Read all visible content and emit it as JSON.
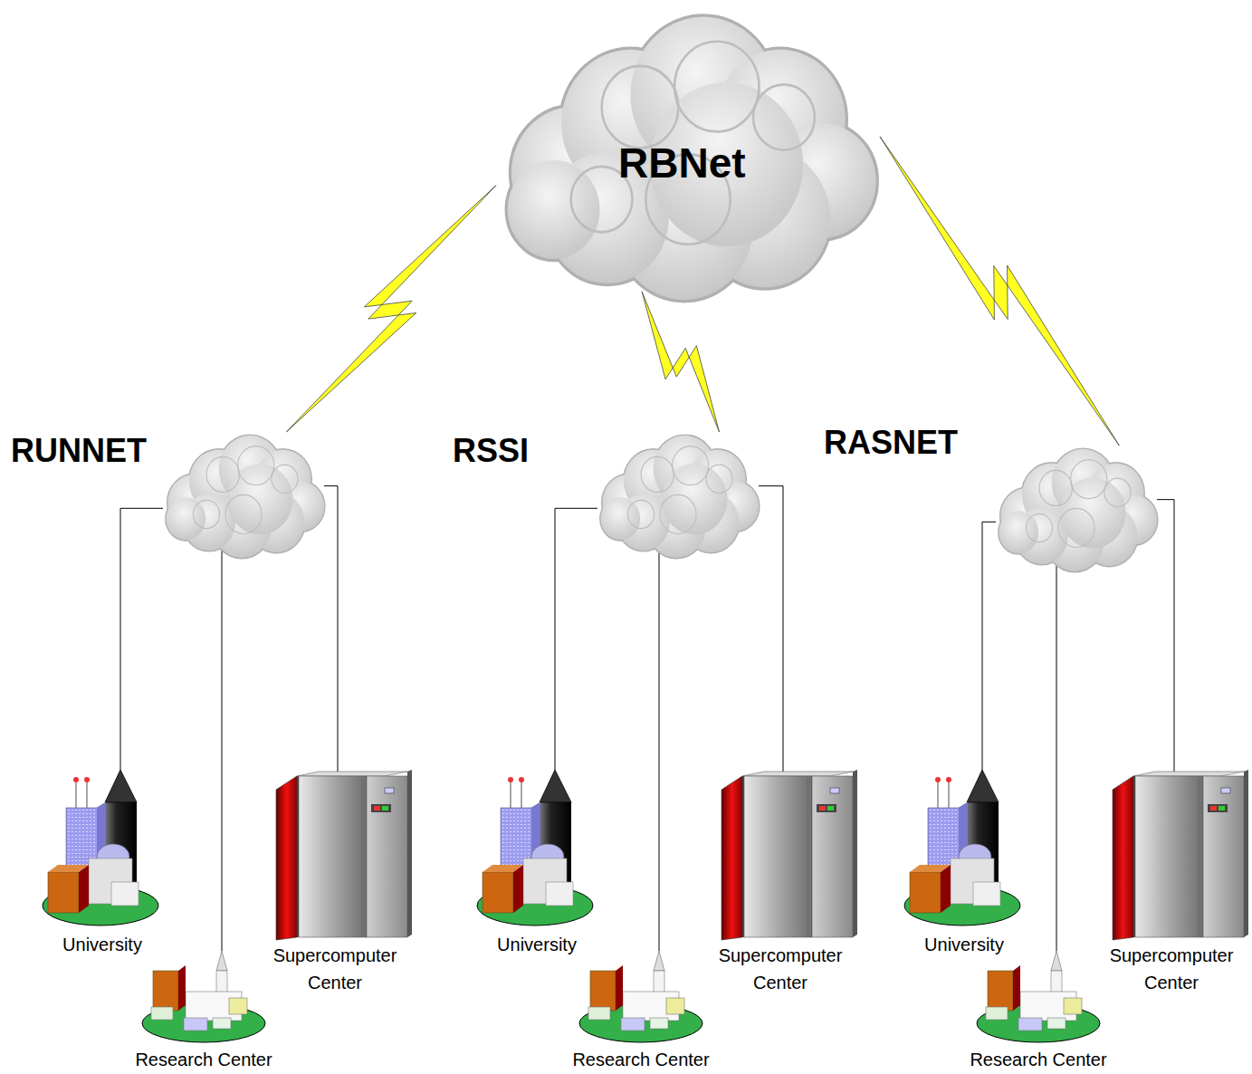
{
  "diagram": {
    "nodes": [
      {
        "text": [
          "RBNet"
        ]
      },
      {
        "text": [
          "RUNNET"
        ]
      },
      {
        "text": [
          "University"
        ]
      },
      {
        "text": [
          "Research Center"
        ]
      },
      {
        "text": [
          "Supercomputer Center"
        ]
      },
      {
        "text": [
          "RSSI"
        ]
      },
      {
        "text": [
          "University"
        ]
      },
      {
        "text": [
          "Research Center"
        ]
      },
      {
        "text": [
          "Supercomputer Center"
        ]
      },
      {
        "text": [
          "RASNET"
        ]
      },
      {
        "text": [
          "University"
        ]
      },
      {
        "text": [
          "Research Center"
        ]
      },
      {
        "text": [
          "Supercomputer Center"
        ]
      }
    ],
    "edges": [
      {
        "from": 0,
        "to": 1,
        "arrow": "none"
      },
      {
        "from": 0,
        "to": 5,
        "arrow": "none"
      },
      {
        "from": 0,
        "to": 9,
        "arrow": "none"
      },
      {
        "from": 1,
        "to": 2,
        "arrow": "none"
      },
      {
        "from": 1,
        "to": 3,
        "arrow": "none"
      },
      {
        "from": 1,
        "to": 4,
        "arrow": "none"
      },
      {
        "from": 5,
        "to": 6,
        "arrow": "none"
      },
      {
        "from": 5,
        "to": 7,
        "arrow": "none"
      },
      {
        "from": 5,
        "to": 8,
        "arrow": "none"
      },
      {
        "from": 9,
        "to": 10,
        "arrow": "none"
      },
      {
        "from": 9,
        "to": 11,
        "arrow": "none"
      },
      {
        "from": 9,
        "to": 12,
        "arrow": "none"
      }
    ]
  }
}
